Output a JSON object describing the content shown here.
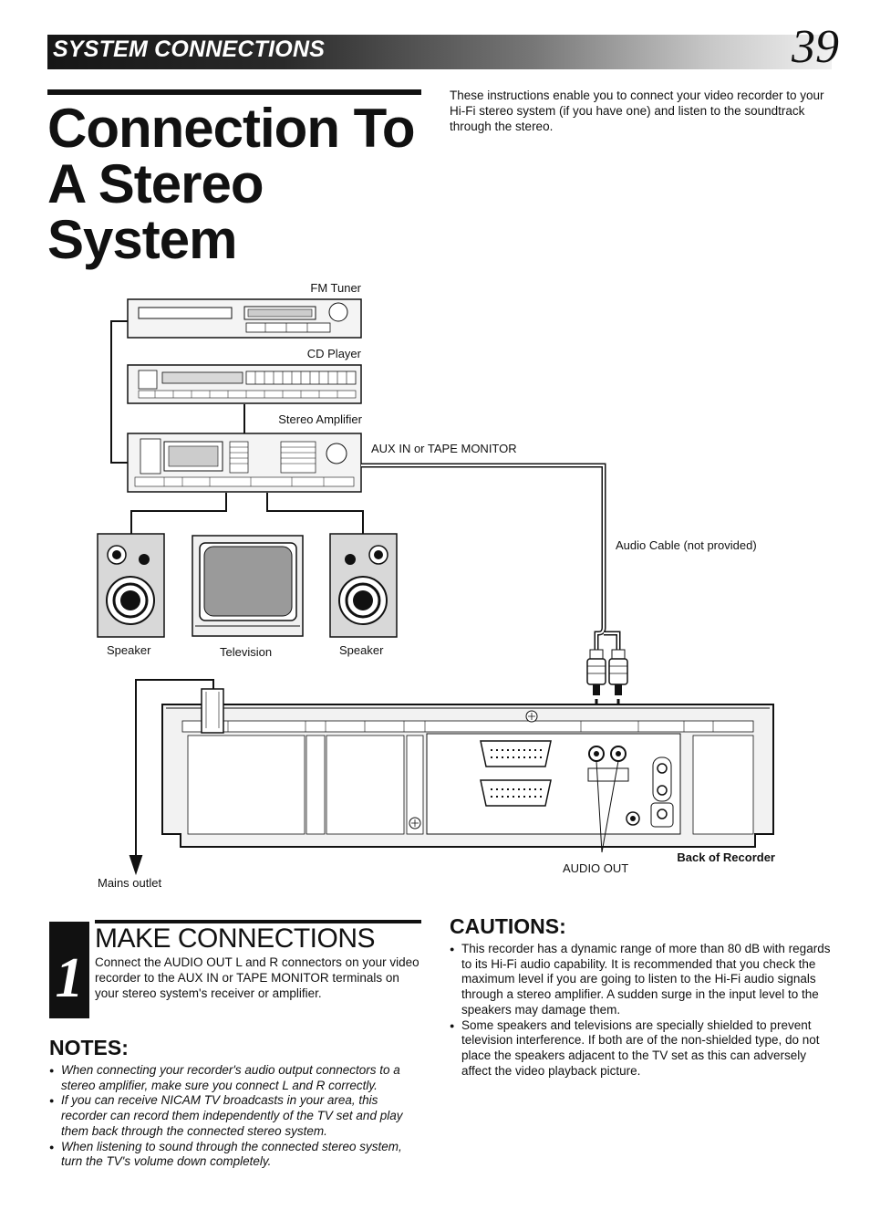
{
  "header": {
    "section": "SYSTEM CONNECTIONS",
    "page_number": "39"
  },
  "title_lines": [
    "Connection To",
    "A Stereo",
    "System"
  ],
  "intro": "These instructions enable you to connect your video recorder to your Hi-Fi stereo system (if you have one) and listen to the soundtrack through the stereo.",
  "diagram": {
    "fm_tuner": "FM Tuner",
    "cd_player": "CD Player",
    "stereo_amplifier": "Stereo Amplifier",
    "aux_in": "AUX IN or TAPE MONITOR",
    "audio_cable": "Audio Cable (not provided)",
    "speaker_left": "Speaker",
    "television": "Television",
    "speaker_right": "Speaker",
    "mains_outlet": "Mains outlet",
    "audio_out": "AUDIO OUT",
    "back_of_recorder": "Back of Recorder"
  },
  "step": {
    "number": "1",
    "heading": "MAKE CONNECTIONS",
    "text": "Connect the AUDIO OUT L and R connectors on your video recorder to the AUX IN or TAPE MONITOR terminals on your stereo system's receiver or amplifier."
  },
  "notes": {
    "heading": "NOTES:",
    "items": [
      "When connecting your recorder's audio output connectors to a stereo amplifier, make sure you connect L and R correctly.",
      "If you can receive NICAM TV broadcasts in your area, this recorder can record them independently of the TV set and play them back through the connected stereo system.",
      "When listening to sound through the connected stereo system, turn the TV's volume down completely."
    ]
  },
  "cautions": {
    "heading": "CAUTIONS:",
    "items": [
      "This recorder has a dynamic range of more than 80 dB with regards to its Hi-Fi audio capability. It is recommended that you check the maximum level if you are going to listen to the Hi-Fi audio signals through a stereo amplifier. A sudden surge in the input level to the speakers may damage them.",
      "Some speakers and televisions are specially shielded to prevent television interference. If both are of the non-shielded type, do not place the speakers adjacent to the TV set as this can adversely affect the video playback picture."
    ]
  }
}
